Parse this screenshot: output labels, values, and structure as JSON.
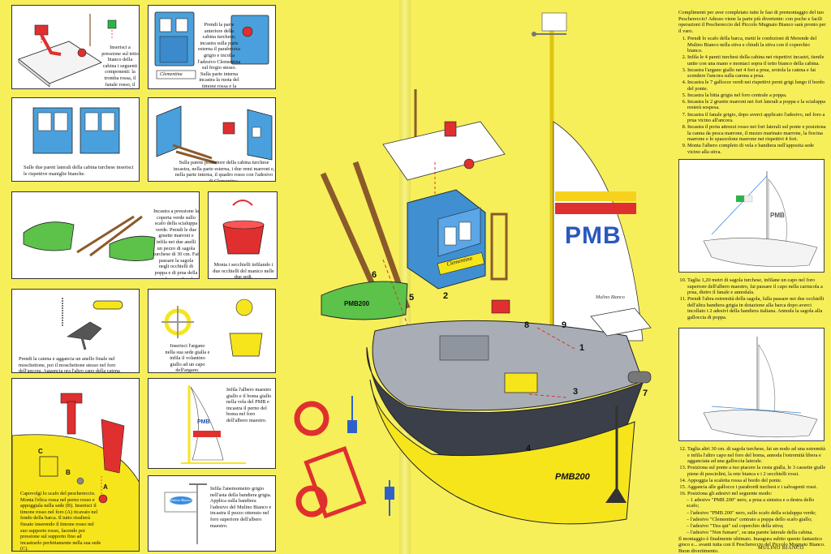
{
  "left_page": {
    "panels": [
      {
        "id": "p1",
        "text": "Inserisci a pressione sul tetto bianco della cabina i seguenti componenti: la tromba rossa, il fanale rosso, il fanale verde, la lanterna rossa e l'antenna marrone."
      },
      {
        "id": "p2",
        "text": "Prendi la parte anteriore della cabina turchese; incastra sulla parte esterna il parabrezza grigio e incolla l'adesivo Clementina sul fregio stesso. Sulla parte interna incastra la ruota del timone rossa e la bussola grigia completa di adesivo.",
        "sticker": "Clementina"
      },
      {
        "id": "p3",
        "text": "Sulle due pareti laterali della cabina turchese inserisci le rispettive maniglie bianche."
      },
      {
        "id": "p4",
        "text": "Sulla parete posteriore della cabina turchese incastra, nella parte esterna, i due remi marroni e, nella parte interna, il quadro rosso con l'adesivo di Clementina."
      },
      {
        "id": "p5",
        "text": "Incastra a pressione la coperta verde sullo scafo della scialuppa verde. Prendi le due gruette marroni e infila nei due anelli un pezzo di sagola turchese di 30 cm. Fai passare la sagola negli occhielli di poppa e di prua della scialuppa e fissala con due nodi."
      },
      {
        "id": "p6",
        "text": "Monta i secchielli infilando i due occhielli del manico nelle due sedi."
      },
      {
        "id": "p7",
        "text": "Prendi la catena e aggancia un anello finale nel moschettone, poi il moschettone stesso nel foro dell'ancora. Aggancia ora l'altro capo della catena nell'anello centrale dell'argano giallo."
      },
      {
        "id": "p8",
        "text": "Inserisci l'argano nella sua sede gialla e infila il volantino giallo ad un capo dell'argano."
      },
      {
        "id": "p9",
        "text": "Infila l'albero maestro giallo e il boma giallo nella vela del PMB e incastra il perno del boma nel foro dell'albero maestro.",
        "sail_logo": "PMB"
      },
      {
        "id": "p10",
        "text": "Capovolgi lo scafo del peschereccio. Monta l'elica rossa nel perno rosso e appoggiala nella sede (B). Inserisci il timone rosso nel foro (A) ricavato nel fondo della barca. Il tutto risulterà fissato inserendo il timone rosso nel suo supporto rosso, facendo poi pressione sul supporto fino ad incastrarlo perfettamente nella sua sede (C).",
        "labels": [
          "A",
          "B",
          "C"
        ]
      },
      {
        "id": "p11",
        "text": "Infila l'anemometro grigio nell'asta della bandiera grigia. Applica sulla bandiera l'adesivo del Mulino Bianco e incastra il pezzo ottenuto nel foro superiore dell'albero maestro.",
        "flag_label": "Mulino Bianco"
      }
    ]
  },
  "diagram": {
    "sail_logo": "PMB",
    "sail_small": "Mulino Bianco",
    "cabin_sticker": "Clementina",
    "lifeboat_label": "PMB200",
    "hull_label": "PMB200",
    "part_numbers": [
      "1",
      "2",
      "3",
      "4",
      "5",
      "6",
      "7",
      "8",
      "9"
    ],
    "colors": {
      "yellow": "#f7e51c",
      "hull_dark": "#3a3f4a",
      "deck": "#a9aeb6",
      "cabin": "#3f8fd1",
      "lifeboat": "#5cc24a",
      "red": "#e2262c",
      "brown": "#8b5a2b",
      "blue": "#2f62c9"
    }
  },
  "right_page": {
    "intro": "Complimenti per aver completato tutte le fasi di premontaggio del tuo Peschereccio! Adesso viene la parte più divertente: con poche e facili operazioni il Peschereccio del Piccolo Mugnaio Bianco sarà pronto per il varo.",
    "steps_a": [
      "Prendi lo scafo della barca, metti le confezioni di Merende del Mulino Bianco nella stiva e chiudi la stiva con il coperchio bianco.",
      "Infila le 4 pareti turchesi della cabina nei rispettivi incastri, tienile unite con una mano e montaci sopra il tetto bianco della cabina.",
      "Incastra l'argano giallo nei 4 fori a prua, srotola la catena e fai scendere l'ancora sulla carena a prua.",
      "Incastra le 7 gallocce verdi nei rispettivi perni grigi lungo il bordo del ponte.",
      "Incastra la bitta grigia nel foro centrale a poppa.",
      "Incastra le 2 gruette marroni nei fori laterali a poppa e la scialuppa resterà sospesa.",
      "Incastra il fanale grigio, dopo averci applicato l'adesivo, nel foro a prua vicino all'ancora.",
      "Incastra il porta attrezzi rosso nei fori laterali sul ponte e posiziona la canna da pesca marrone, il mezzo marinaio marrone, la fiocina marrone e lo spazzolone marrone nei rispettivi 4 fori.",
      "Monta l'albero completo di vela e bandiera nell'apposita sede vicino alla stiva."
    ],
    "steps_b": [
      "Taglia 1,20 metri di sagola turchese, infilane un capo nel foro superiore dell'albero maestro, fai passare il capo nella carrucola a prua, dietro il fanale e annodala.",
      "Prendi l'altra estremità della sagola, falla passare nei due occhielli dell'altra bandiera grigia in dotazione alla barca dopo averci incollato i 2 adesivi della bandiera italiana. Annoda la sagola alla galloccia di poppa."
    ],
    "steps_c": [
      "Taglia altri 30 cm. di sagola turchese, fai un nodo ad una estremità e infila l'altro capo nel foro del boma, annoda l'estremità libera e agganciata ad una galloccia laterale.",
      "Posiziona sul ponte a tuo piacere la cesta gialla, le 3 cassette gialle piene di pesciolini, la rete bianca e i 2 secchielli rossi.",
      "Appoggia la scaletta rossa al bordo del ponte.",
      "Aggancia alle gallocce i parabordi turchesi e i salvagenti rossi.",
      "Posiziona gli adesivi nel seguente modo:"
    ],
    "sticker_items": [
      "1 adesivo \"PMB 200\" nero, a prua a sinistra e a destra dello scafo;",
      "l'adesivo \"PMB 200\" nero, sullo scafo della scialuppa verde;",
      "l'adesivo \"Clementina\" centrato a poppa dello scafo giallo;",
      "l'adesivo \"Tira qui\" sul coperchio della stiva;",
      "l'adesivo \"Non fumare\", su una parete laterale della cabina."
    ],
    "closing": "Il montaggio è finalmente ultimato. Inaugura subito questo fantastico gioco e... avanti tutta con il Peschereccio del Piccolo Mugnaio Bianco. Buon divertimento.",
    "brand": "MULINO BIANCO",
    "mini_sail_logo": "PMB"
  }
}
